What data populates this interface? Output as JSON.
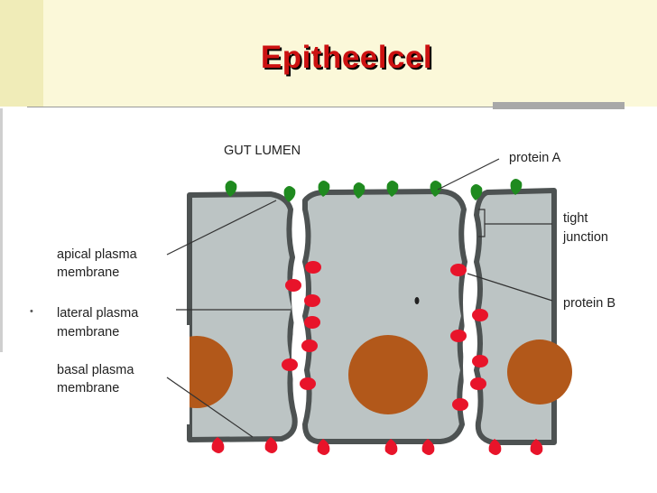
{
  "slide": {
    "title": "Epitheelcel"
  },
  "diagram": {
    "region_label": "GUT LUMEN",
    "labels": {
      "protein_a": "protein A",
      "tight_junction_line1": "tight",
      "tight_junction_line2": "junction",
      "protein_b": "protein B",
      "apical_line1": "apical plasma",
      "apical_line2": "membrane",
      "lateral_line1": "lateral plasma",
      "lateral_line2": "membrane",
      "basal_line1": "basal plasma",
      "basal_line2": "membrane"
    },
    "colors": {
      "cytoplasm": "#bcc4c4",
      "membrane": "#4d5252",
      "nucleus": "#b2581a",
      "protein_a": "#1f8a1f",
      "protein_b": "#e8142a",
      "title": "#cc1111",
      "header_background": "#fbf8d9"
    }
  }
}
